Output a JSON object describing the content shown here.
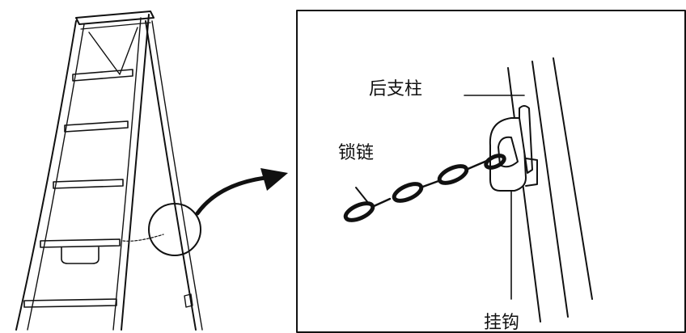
{
  "labels": {
    "rear_post": "后支柱",
    "chain": "锁链",
    "hook": "挂钩"
  },
  "colors": {
    "ink": "#111111",
    "background": "#ffffff"
  }
}
